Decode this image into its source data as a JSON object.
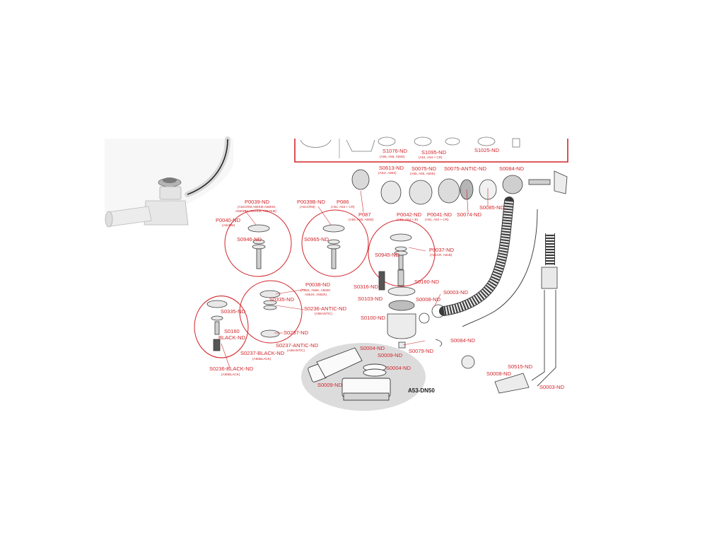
{
  "diagram": {
    "accent_color": "#d2262c",
    "part_line_color": "#3a3a3a",
    "highlight_fill": "#dcdcdc",
    "top_labels": [
      {
        "code": "S1076-ND",
        "models": "(A55, A56, A55D)"
      },
      {
        "code": "S1095-ND",
        "models": "(A51, A54 + CR)"
      },
      {
        "code": "S1025-ND",
        "models": ""
      }
    ],
    "labels": {
      "s0613": "S0613-ND",
      "s0613_m": "(A51I, A552)",
      "s0075": "S0075-ND",
      "s0075_m": "(A55, A56, A55D)",
      "s0075a": "S0075-ANTIC-ND",
      "s0084a": "S0084-ND",
      "p086": "P086",
      "p086_m": "(A51, A54 + CR)",
      "p087": "P087",
      "p087_m": "(A55, A56, A55D)",
      "p0042": "P0042-ND",
      "p0042_m": "(A51, A54 + B)",
      "p0041": "P0041-ND",
      "p0041_m": "(A51, A54 + CR)",
      "s0074": "S0074-ND",
      "s0085": "S0085-ND",
      "p0039": "P0039-ND",
      "p0039_m1": "(A54CRM,A55KM,A56KM,",
      "p0039_m2": "A550KM,A551KM, A552KM)",
      "p0039b": "P0039B-ND",
      "p0039b_m": "(A51CRM)",
      "p0040": "P0040-ND",
      "p0040_m": "(A51BM)",
      "s0946": "S0946-ND",
      "s0965": "S0965-ND",
      "s0945": "S0945-ND",
      "p0037": "P0037-ND",
      "p0037_m": "(A51CR, A51B)",
      "s0316": "S0316-ND",
      "s0160a": "S0160-ND",
      "s0103": "S0103-ND",
      "s0003a": "S0003-ND",
      "s0008a": "S0008-ND",
      "s0100": "S0100-ND",
      "p0038": "P0038-ND",
      "p0038_m1": "(A55K, A56K, A550K",
      "p0038_m2": "A551K, A552K)",
      "s0335b": "S0335-ND",
      "s0236a": "S0236-ANTIC-ND",
      "s0236a_m": "(A55ANTIC)",
      "s0335": "S0335-ND",
      "s0160b1": "S0160",
      "s0160b2": "BLACK-ND",
      "s0237": "S0237-ND",
      "s0237a": "S0237-ANTIC-ND",
      "s0237a_m": "(A55ANTIC)",
      "s0237b": "S0237-BLACK-ND",
      "s0237b_m": "(A55BLACK)",
      "s0236b": "S0236-BLACK-ND",
      "s0236b_m": "(A55BLACK)",
      "s0004a": "S0004-ND",
      "s0009a": "S0009-ND",
      "s0004b": "S0004-ND",
      "s0009b": "S0009-ND",
      "a53": "A53-DN50",
      "s0079": "S0079-ND",
      "s0084b": "S0084-ND",
      "s0515": "S0515-ND",
      "s0008b": "S0008-ND",
      "s0003b": "S0003-ND"
    }
  }
}
